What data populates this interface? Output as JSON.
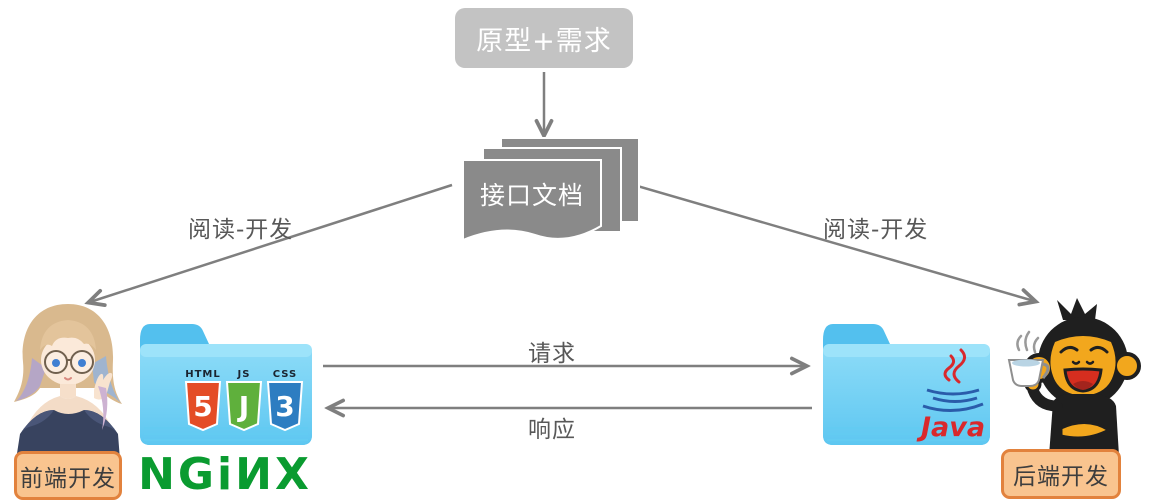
{
  "flow": {
    "requirements": "原型+需求",
    "api_doc": "接口文档",
    "read_dev_left": "阅读-开发",
    "read_dev_right": "阅读-开发",
    "request": "请求",
    "response": "响应"
  },
  "roles": {
    "frontend": "前端开发",
    "backend": "后端开发"
  },
  "logos": {
    "nginx": "NGiИX",
    "java": "Java"
  },
  "badges": {
    "html": {
      "label": "HTML",
      "glyph": "5"
    },
    "js": {
      "label": "JS",
      "glyph": "J"
    },
    "css": {
      "label": "CSS",
      "glyph": "3"
    }
  },
  "colors": {
    "node_gray": "#c3c3c3",
    "doc_gray": "#8a8a8a",
    "arrow_gray": "#7f7f7f",
    "folder_blue": "#5ec7f1",
    "role_fill": "#f9c48f",
    "role_border": "#e2823d",
    "nginx_green": "#0a9b30",
    "java_red": "#d9282c",
    "html_orange": "#e44d26",
    "js_green": "#5fb03c",
    "css_blue": "#2d7dc1"
  }
}
